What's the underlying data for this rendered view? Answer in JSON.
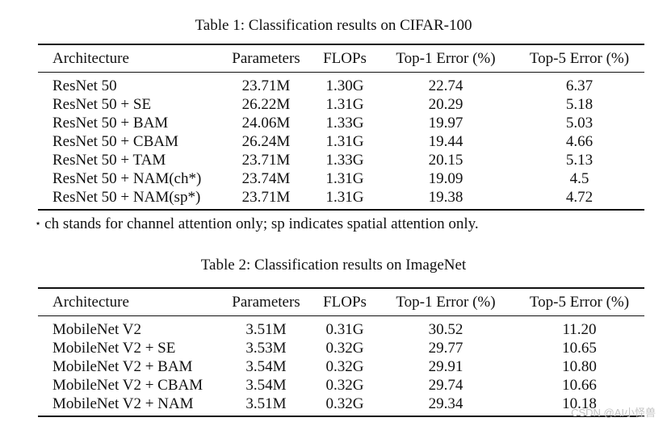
{
  "table1": {
    "caption": "Table 1: Classification results on CIFAR-100",
    "headers": [
      "Architecture",
      "Parameters",
      "FLOPs",
      "Top-1 Error (%)",
      "Top-5 Error (%)"
    ],
    "rows": [
      [
        "ResNet 50",
        "23.71M",
        "1.30G",
        "22.74",
        "6.37"
      ],
      [
        "ResNet 50 + SE",
        "26.22M",
        "1.31G",
        "20.29",
        "5.18"
      ],
      [
        "ResNet 50 + BAM",
        "24.06M",
        "1.33G",
        "19.97",
        "5.03"
      ],
      [
        "ResNet 50 + CBAM",
        "26.24M",
        "1.31G",
        "19.44",
        "4.66"
      ],
      [
        "ResNet 50 + TAM",
        "23.71M",
        "1.33G",
        "20.15",
        "5.13"
      ],
      [
        "ResNet 50 + NAM(ch*)",
        "23.74M",
        "1.31G",
        "19.09",
        "4.5"
      ],
      [
        "ResNet 50 + NAM(sp*)",
        "23.71M",
        "1.31G",
        "19.38",
        "4.72"
      ]
    ],
    "footnote_star": "⋆",
    "footnote": "ch stands for channel attention only; sp indicates spatial attention only."
  },
  "table2": {
    "caption": "Table 2: Classification results on ImageNet",
    "headers": [
      "Architecture",
      "Parameters",
      "FLOPs",
      "Top-1 Error (%)",
      "Top-5 Error (%)"
    ],
    "rows": [
      [
        "MobileNet V2",
        "3.51M",
        "0.31G",
        "30.52",
        "11.20"
      ],
      [
        "MobileNet V2 + SE",
        "3.53M",
        "0.32G",
        "29.77",
        "10.65"
      ],
      [
        "MobileNet V2 + BAM",
        "3.54M",
        "0.32G",
        "29.91",
        "10.80"
      ],
      [
        "MobileNet V2 + CBAM",
        "3.54M",
        "0.32G",
        "29.74",
        "10.66"
      ],
      [
        "MobileNet V2 + NAM",
        "3.51M",
        "0.32G",
        "29.34",
        "10.18"
      ]
    ]
  },
  "watermark": "CSDN @AI小怪兽"
}
